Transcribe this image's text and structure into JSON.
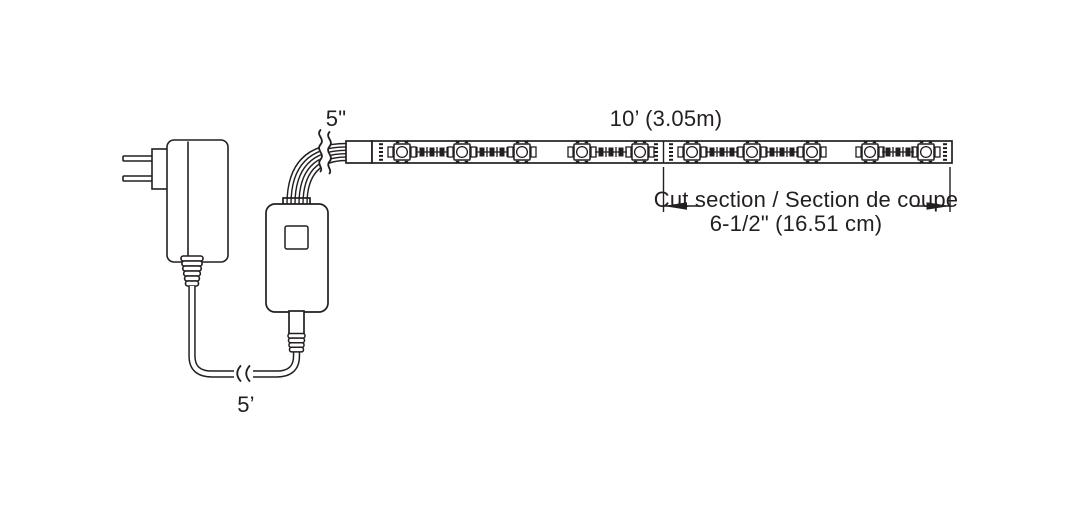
{
  "labels": {
    "lead_wire_length": "5\"",
    "strip_length": "10’ (3.05m)",
    "cut_section_line1": "Cut section / Section de coupe",
    "cut_section_line2": "6-1/2\" (16.51 cm)",
    "power_cord_length": "5’"
  },
  "colors": {
    "line": "#231f20",
    "background": "#ffffff"
  }
}
